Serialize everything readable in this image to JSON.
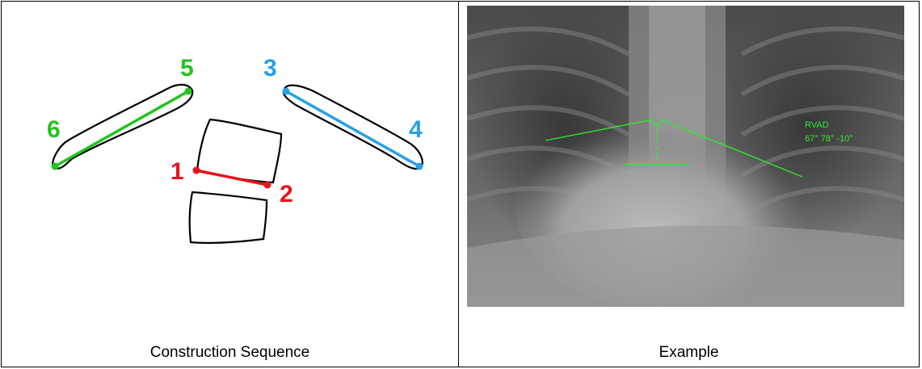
{
  "left_cell": {
    "caption": "Construction Sequence",
    "point_labels": {
      "p1": "1",
      "p2": "2",
      "p3": "3",
      "p4": "4",
      "p5": "5",
      "p6": "6"
    }
  },
  "right_cell": {
    "caption": "Example",
    "annotation_title": "RVAD",
    "annotation_values": "67° 78° -10°"
  },
  "colors": {
    "red_line": "#e8141c",
    "blue_line": "#27a0e8",
    "green_line": "#22c41e",
    "overlay_green": "#30e830",
    "outline": "#000000"
  }
}
